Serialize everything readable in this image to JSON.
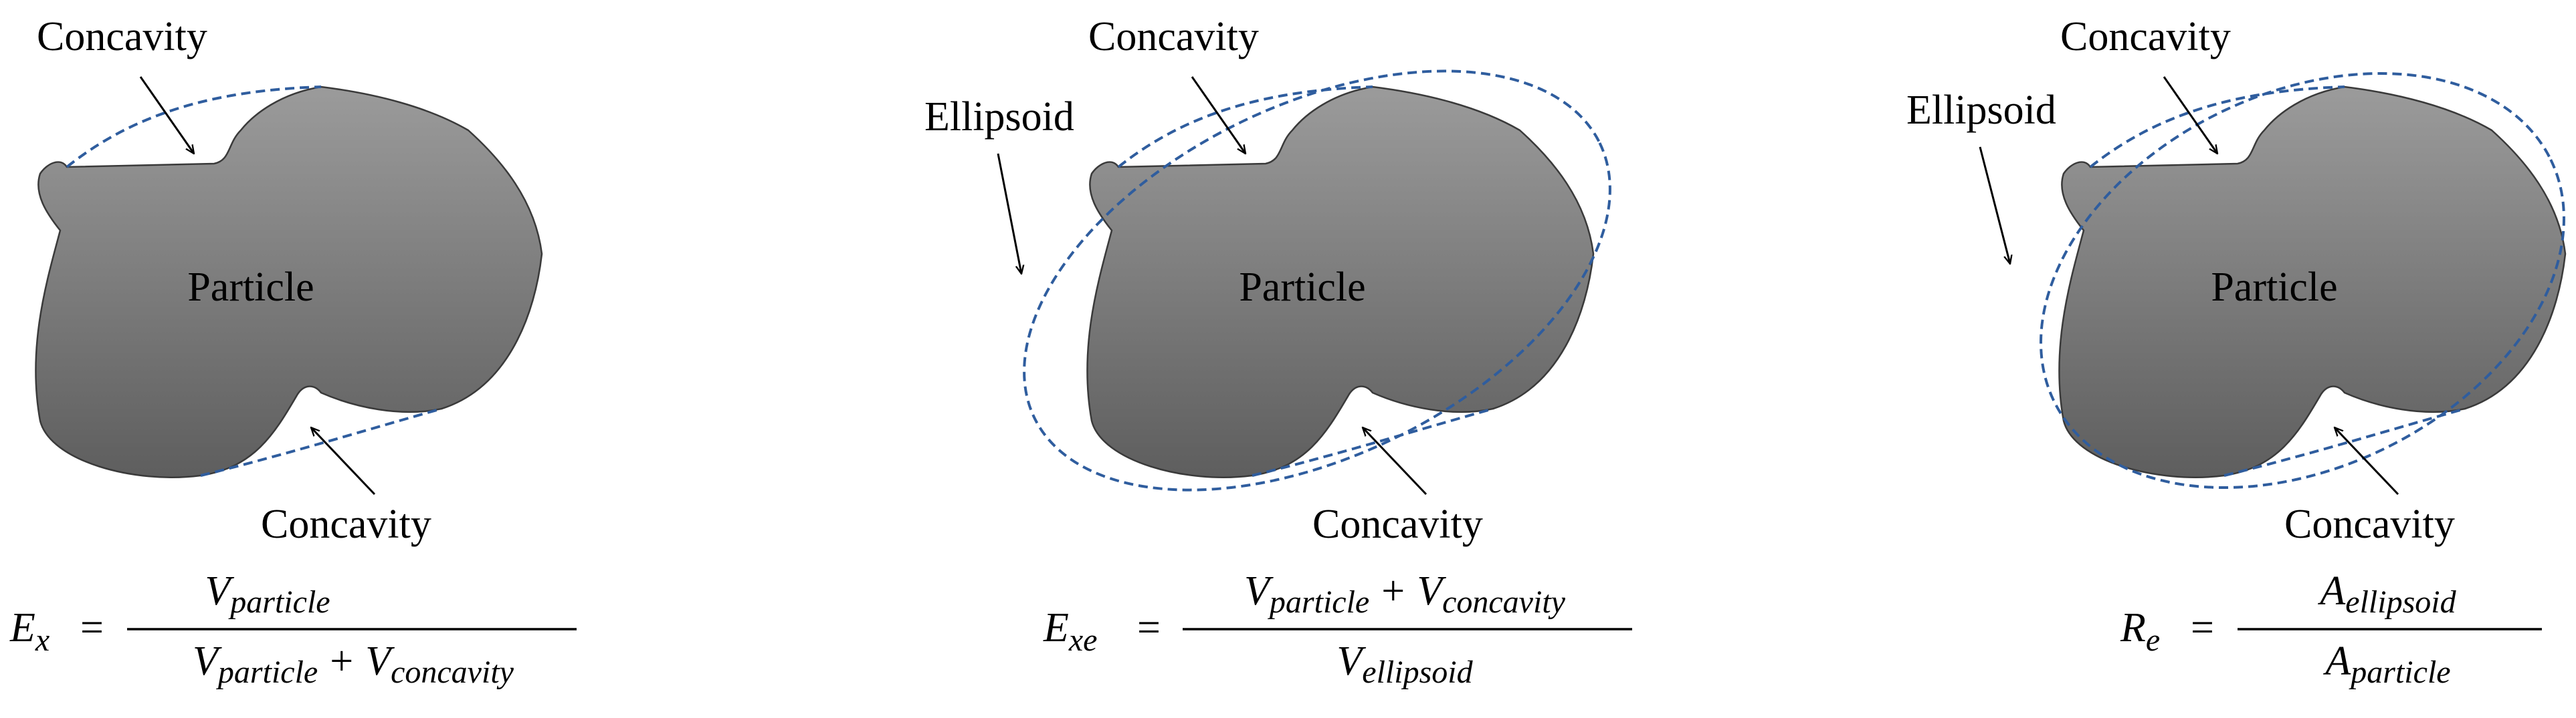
{
  "colors": {
    "particle_fill_top": "#9b9b9b",
    "particle_fill_bottom": "#5e5e5e",
    "dashed": "#2f5d9e",
    "arrow": "#000000"
  },
  "labels": {
    "concavity": "Concavity",
    "ellipsoid": "Ellipsoid",
    "particle": "Particle"
  },
  "equations": {
    "ex": {
      "lhs": "E",
      "lhs_sub": "x",
      "equals": "=",
      "num_terms": [
        {
          "sym": "V",
          "sub": "particle"
        }
      ],
      "den_terms": [
        {
          "sym": "V",
          "sub": "particle"
        },
        {
          "sym": "V",
          "sub": "concavity"
        }
      ],
      "plus": "+"
    },
    "exe": {
      "lhs": "E",
      "lhs_sub": "xe",
      "equals": "=",
      "num_terms": [
        {
          "sym": "V",
          "sub": "particle"
        },
        {
          "sym": "V",
          "sub": "concavity"
        }
      ],
      "den_terms": [
        {
          "sym": "V",
          "sub": "ellipsoid"
        }
      ],
      "plus": "+"
    },
    "re": {
      "lhs": "R",
      "lhs_sub": "e",
      "equals": "=",
      "num_terms": [
        {
          "sym": "A",
          "sub": "ellipsoid"
        }
      ],
      "den_terms": [
        {
          "sym": "A",
          "sub": "particle"
        }
      ]
    }
  }
}
